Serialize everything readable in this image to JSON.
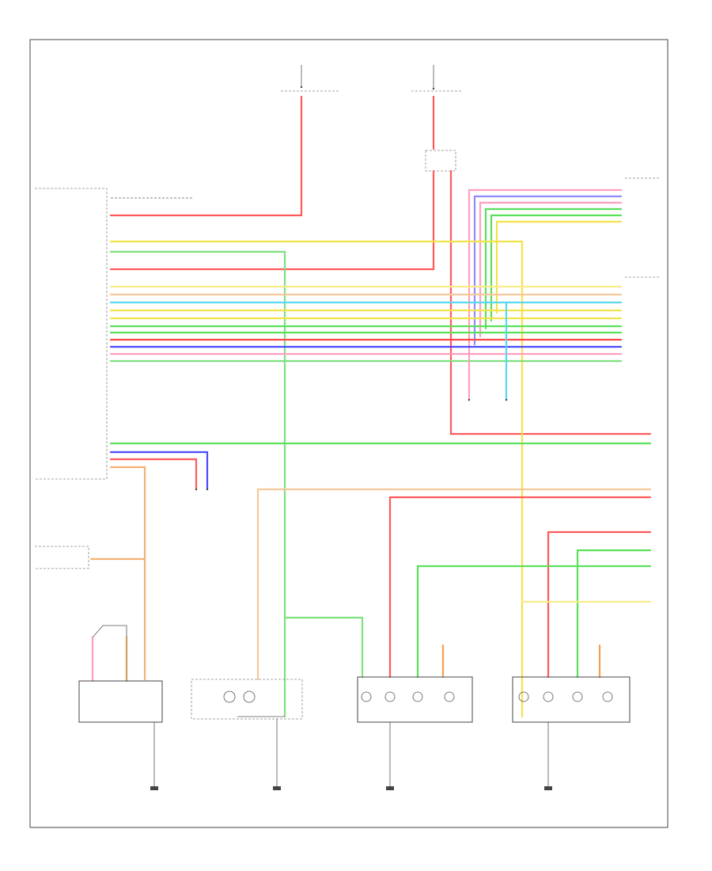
{
  "page": {
    "id_label": ""
  },
  "fuse_boxes": [
    {
      "id": "fuse-top-left",
      "title": "",
      "subtitle": "",
      "note": ""
    },
    {
      "id": "fuse-top-right",
      "title": "",
      "subtitle": "",
      "note": ""
    }
  ],
  "components": {
    "bcm": {
      "title": "",
      "pin_labels": []
    },
    "combination_switch": {
      "title": ""
    },
    "combination_switch_2": {
      "title": ""
    },
    "hazard_switch": {
      "title": ""
    },
    "hazard_switch_conn": {
      "title": ""
    },
    "oil_pressure": {
      "title": ""
    },
    "lighting_switch": {
      "title": ""
    },
    "front_combo_lamp_left": {
      "title": ""
    },
    "rear_combo_lamp_right": {
      "title": ""
    },
    "rear_combo_lamp_left": {
      "title": ""
    },
    "tail_lamp_right": {
      "title": ""
    },
    "tail_lamp_left": {
      "title": ""
    }
  },
  "grounds": [
    {
      "id": "g1",
      "label": ""
    },
    {
      "id": "g2",
      "label": ""
    },
    {
      "id": "g3",
      "label": ""
    },
    {
      "id": "g4",
      "label": ""
    }
  ],
  "colors": {
    "red": "#ff5a5a",
    "pink": "#ff9ec0",
    "yellow": "#f2e34a",
    "green": "#5be05b",
    "blue": "#4a4aff",
    "cyan": "#5ad8f0",
    "orange": "#f5b070",
    "violet": "#d070e0",
    "brown": "#b08040",
    "outline": "#444444"
  }
}
